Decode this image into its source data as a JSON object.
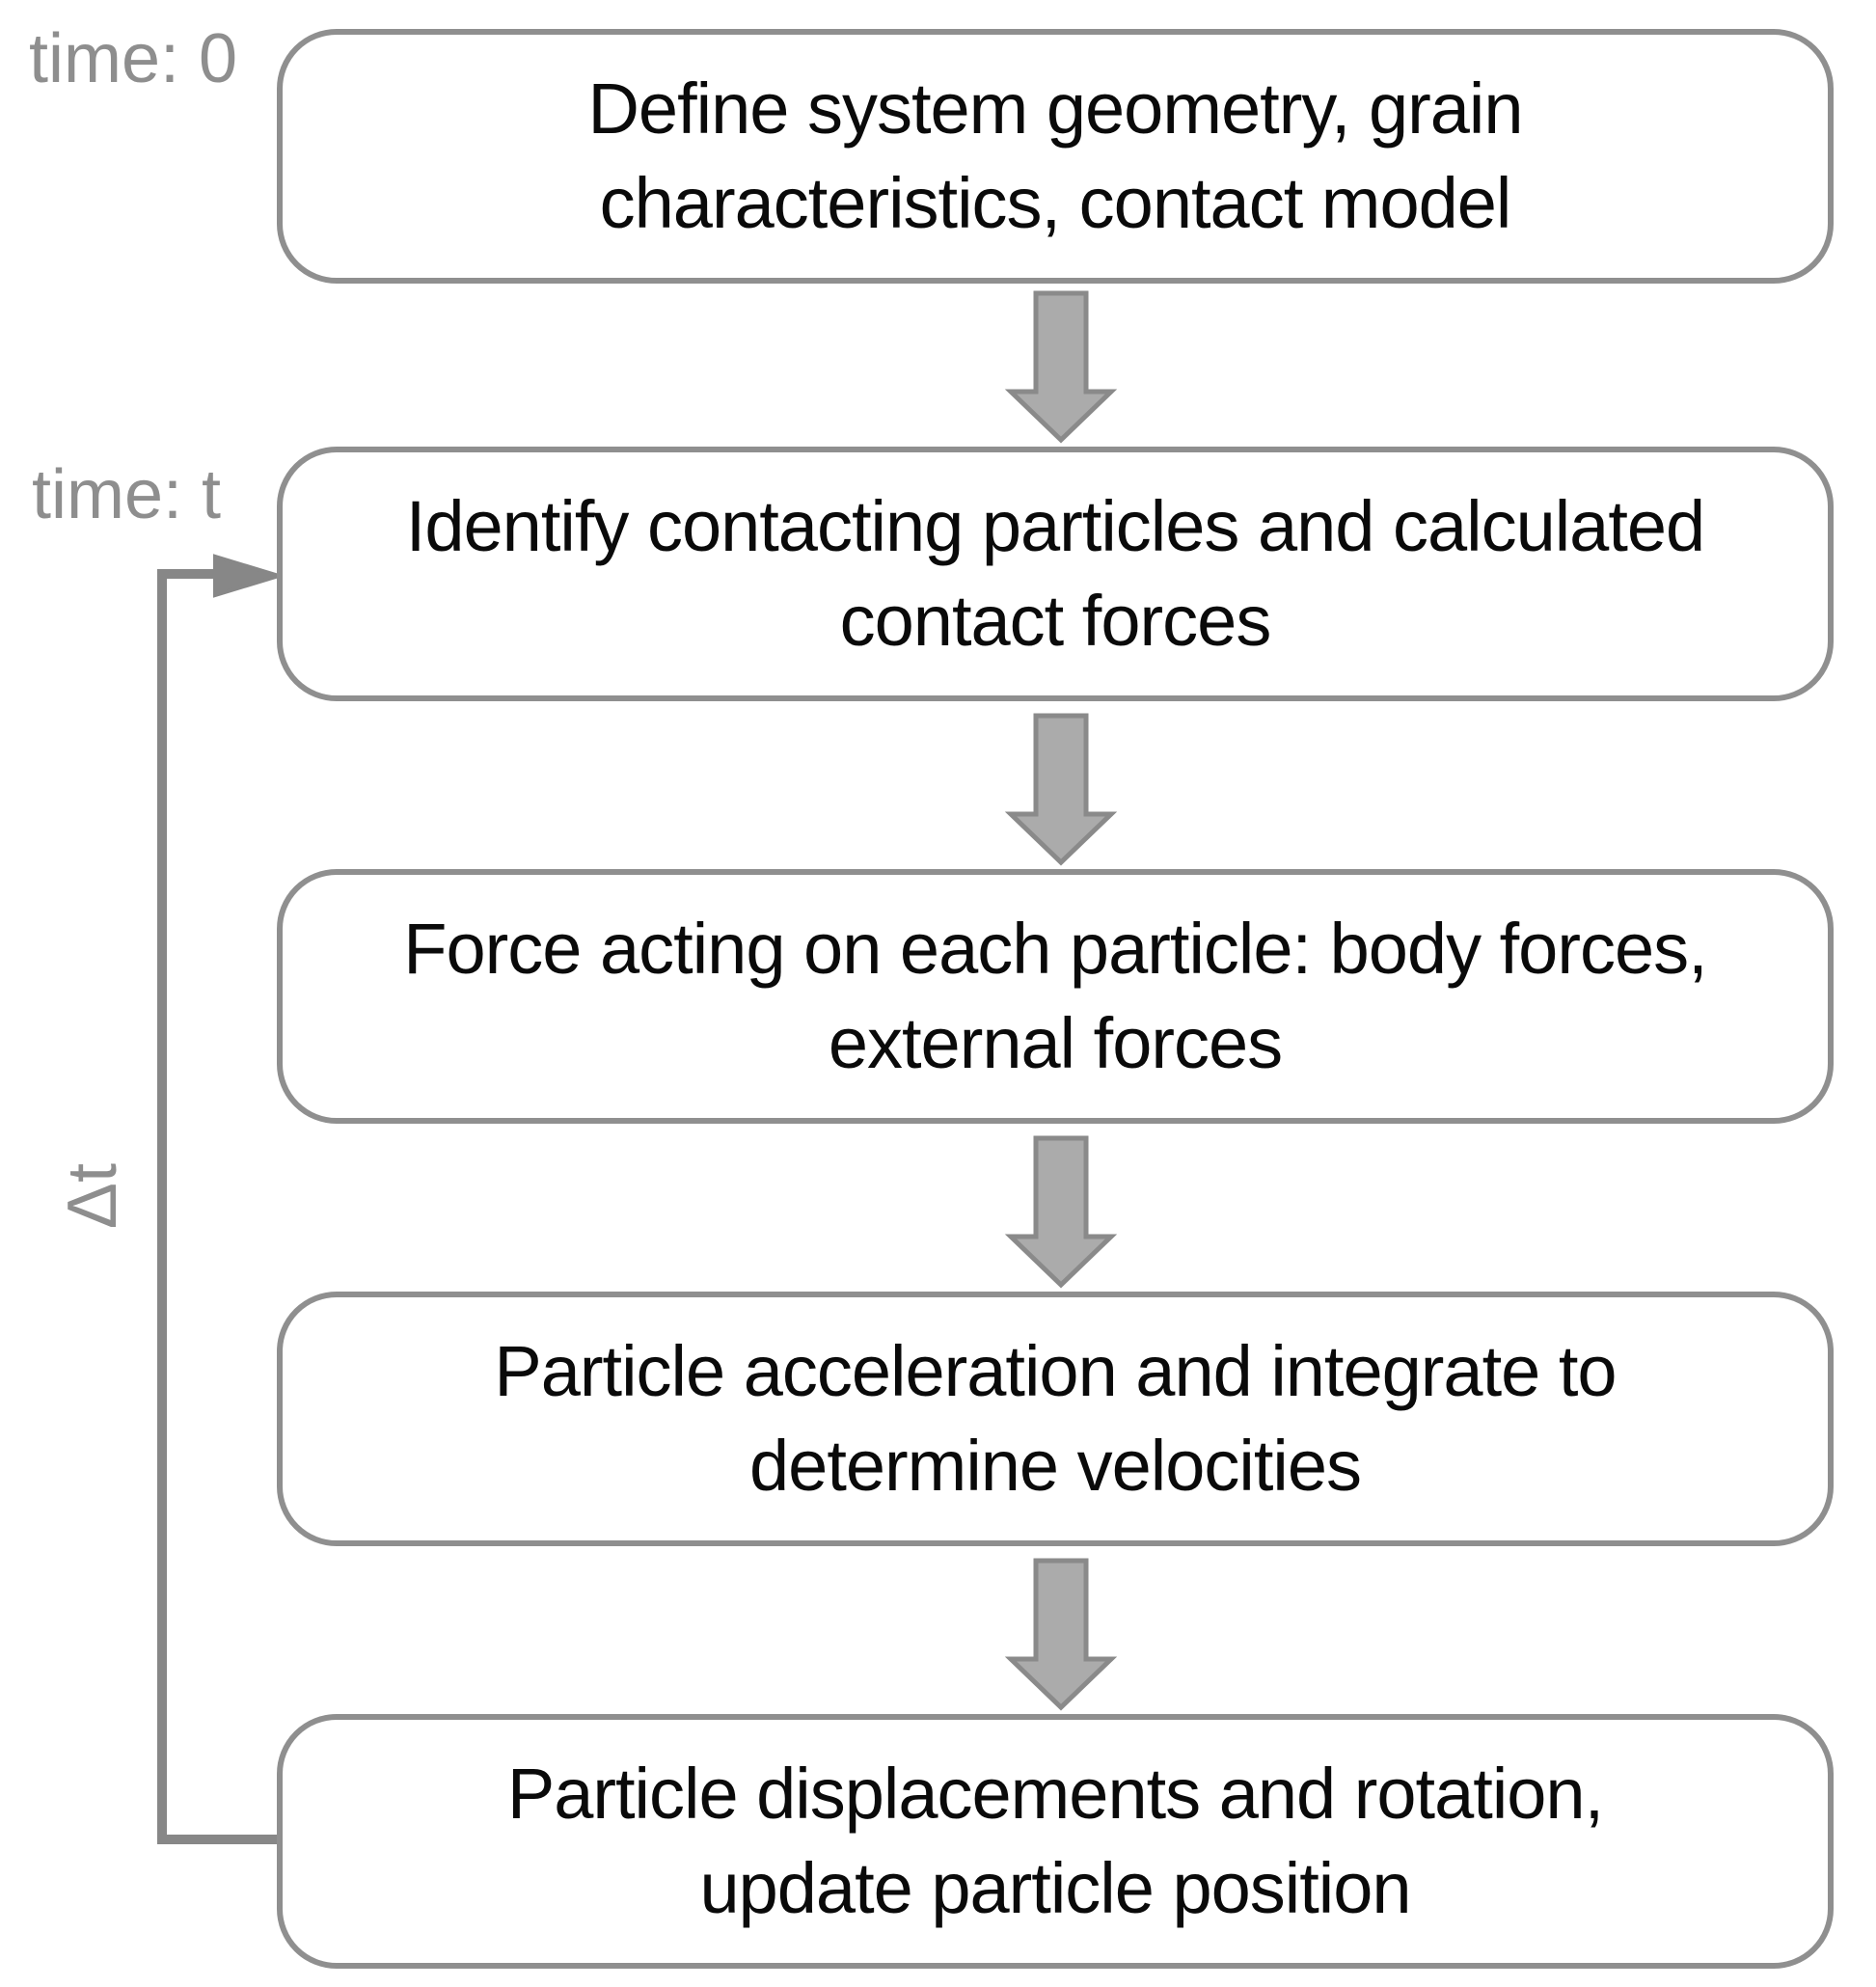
{
  "labels": {
    "time_start": "time: 0",
    "time_current": "time: t",
    "timestep": "Δt"
  },
  "steps": [
    {
      "line1": "Define system geometry, grain",
      "line2": "characteristics, contact model"
    },
    {
      "line1": "Identify contacting particles and calculated",
      "line2": "contact forces"
    },
    {
      "line1": "Force acting on each particle: body forces,",
      "line2": "external forces"
    },
    {
      "line1": "Particle acceleration and integrate to",
      "line2": "determine velocities"
    },
    {
      "line1": "Particle displacements and rotation,",
      "line2": "update particle position"
    }
  ],
  "colors": {
    "box_border": "#8f8f8f",
    "box_text": "#0a0a0a",
    "label_text": "#8e8e8e",
    "arrow_fill": "#ababab",
    "arrow_stroke": "#8a8a8a",
    "loop_line": "#878787"
  }
}
